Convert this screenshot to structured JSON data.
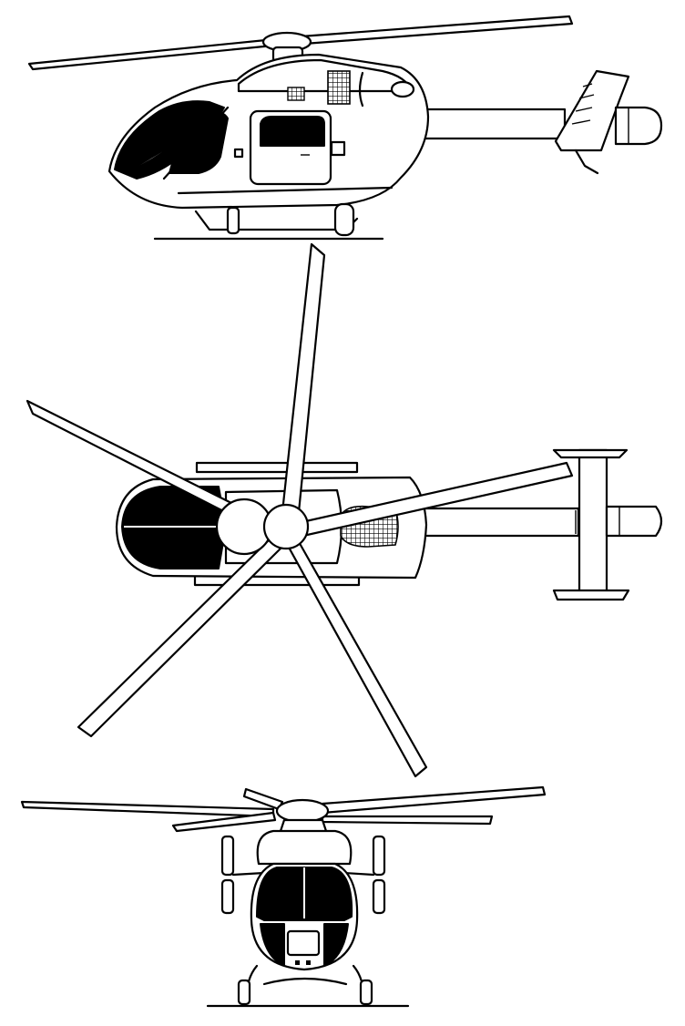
{
  "figure": {
    "views": [
      {
        "id": "side",
        "label": ""
      },
      {
        "id": "top",
        "label": ""
      },
      {
        "id": "front",
        "label": ""
      }
    ]
  },
  "colors": {
    "line": "#000000",
    "background": "#ffffff"
  }
}
